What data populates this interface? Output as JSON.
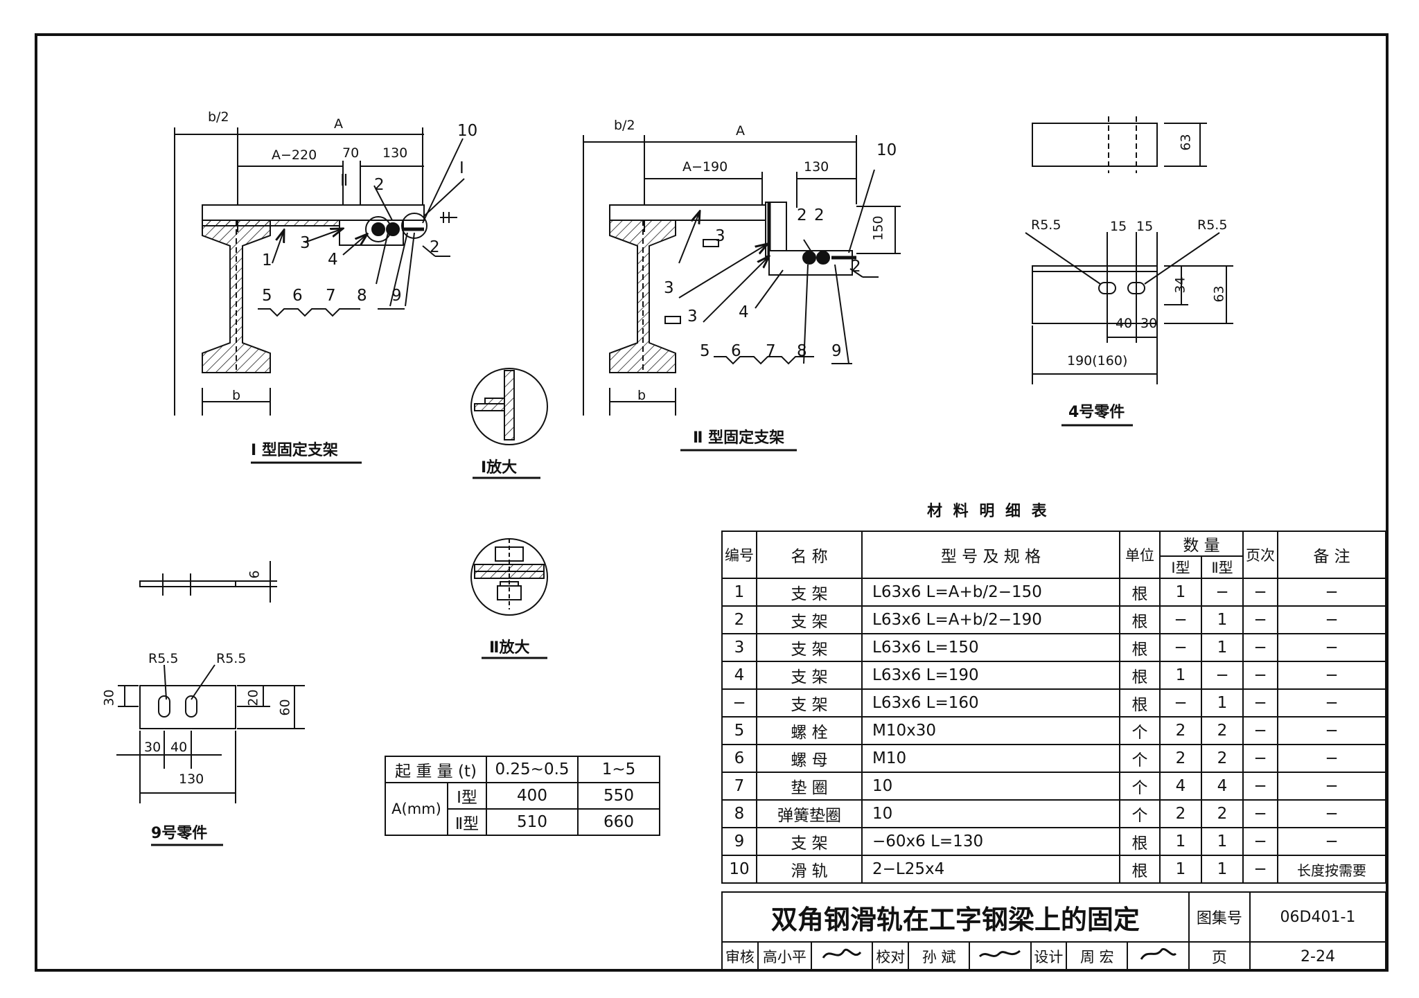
{
  "drawing": {
    "type1_caption": "Ⅰ 型固定支架",
    "type2_caption": "Ⅱ 型固定支架",
    "detail1_caption": "Ⅰ放大",
    "detail2_caption": "Ⅱ放大",
    "part4_caption": "4号零件",
    "part9_caption": "9号零件",
    "type1_dims": {
      "b2": "b/2",
      "A": "A",
      "a220": "A−220",
      "d70": "70",
      "d130": "130",
      "b": "b"
    },
    "type2_dims": {
      "b2": "b/2",
      "A": "A",
      "a190": "A−190",
      "d130": "130",
      "d150": "150",
      "b": "b"
    },
    "type1_leaders": [
      "1",
      "2",
      "3",
      "4",
      "5",
      "6",
      "7",
      "8",
      "9",
      "10",
      "Ⅰ",
      "Ⅱ",
      "2"
    ],
    "type2_leaders": [
      "2",
      "3",
      "3",
      "3",
      "4",
      "5",
      "6",
      "7",
      "8",
      "9",
      "10",
      "2",
      "2"
    ],
    "part4_dims": {
      "h63a": "63",
      "r1": "R5.5",
      "r2": "R5.5",
      "d15a": "15",
      "d15b": "15",
      "d34": "34",
      "h63b": "63",
      "d40": "40",
      "d30": "30",
      "len": "190(160)"
    },
    "part9_dims": {
      "d6": "6",
      "r1": "R5.5",
      "r2": "R5.5",
      "d30v": "30",
      "d20": "20",
      "d60": "60",
      "d30h": "30",
      "d40": "40",
      "len": "130"
    }
  },
  "capacity_table": {
    "header_label": "起 重 量 (t)",
    "col1": "0.25~0.5",
    "col2": "1~5",
    "row_label": "A(mm)",
    "rows": [
      {
        "type": "Ⅰ型",
        "v1": "400",
        "v2": "550"
      },
      {
        "type": "Ⅱ型",
        "v1": "510",
        "v2": "660"
      }
    ]
  },
  "materials": {
    "title": "材 料 明 细 表",
    "headers": {
      "no": "编号",
      "name": "名 称",
      "spec": "型 号 及 规 格",
      "unit": "单位",
      "qty": "数 量",
      "qty1": "Ⅰ型",
      "qty2": "Ⅱ型",
      "page": "页次",
      "note": "备 注"
    },
    "rows": [
      {
        "no": "1",
        "name": "支 架",
        "spec": "L63x6 L=A+b/2−150",
        "unit": "根",
        "q1": "1",
        "q2": "−",
        "page": "−",
        "note": "−"
      },
      {
        "no": "2",
        "name": "支 架",
        "spec": "L63x6 L=A+b/2−190",
        "unit": "根",
        "q1": "−",
        "q2": "1",
        "page": "−",
        "note": "−"
      },
      {
        "no": "3",
        "name": "支 架",
        "spec": "L63x6 L=150",
        "unit": "根",
        "q1": "−",
        "q2": "1",
        "page": "−",
        "note": "−"
      },
      {
        "no": "4",
        "name": "支 架",
        "spec": "L63x6 L=190",
        "unit": "根",
        "q1": "1",
        "q2": "−",
        "page": "−",
        "note": "−"
      },
      {
        "no": "−",
        "name": "支 架",
        "spec": "L63x6 L=160",
        "unit": "根",
        "q1": "−",
        "q2": "1",
        "page": "−",
        "note": "−"
      },
      {
        "no": "5",
        "name": "螺 栓",
        "spec": "M10x30",
        "unit": "个",
        "q1": "2",
        "q2": "2",
        "page": "−",
        "note": "−"
      },
      {
        "no": "6",
        "name": "螺 母",
        "spec": "M10",
        "unit": "个",
        "q1": "2",
        "q2": "2",
        "page": "−",
        "note": "−"
      },
      {
        "no": "7",
        "name": "垫 圈",
        "spec": "10",
        "unit": "个",
        "q1": "4",
        "q2": "4",
        "page": "−",
        "note": "−"
      },
      {
        "no": "8",
        "name": "弹簧垫圈",
        "spec": "10",
        "unit": "个",
        "q1": "2",
        "q2": "2",
        "page": "−",
        "note": "−"
      },
      {
        "no": "9",
        "name": "支 架",
        "spec": "−60x6 L=130",
        "unit": "根",
        "q1": "1",
        "q2": "1",
        "page": "−",
        "note": "−"
      },
      {
        "no": "10",
        "name": "滑 轨",
        "spec": "2−L25x4",
        "unit": "根",
        "q1": "1",
        "q2": "1",
        "page": "−",
        "note": "长度按需要"
      }
    ]
  },
  "title_block": {
    "title": "双角钢滑轨在工字钢梁上的固定",
    "atlas_label": "图集号",
    "atlas_no": "06D401-1",
    "review_label": "审核",
    "reviewer": "高小平",
    "check_label": "校对",
    "checker": "孙 斌",
    "design_label": "设计",
    "designer": "周 宏",
    "page_label": "页",
    "page_no": "2-24"
  }
}
